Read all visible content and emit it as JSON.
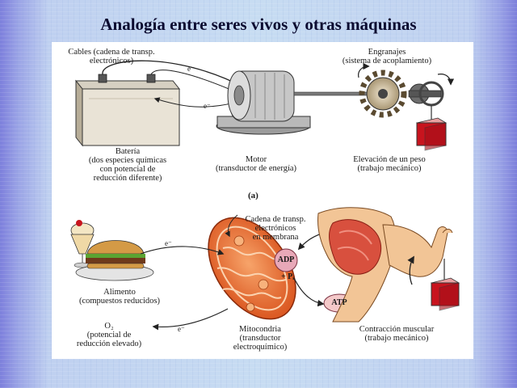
{
  "title": "Analogía entre seres vivos y otras máquinas",
  "top_panel": {
    "cables_label": [
      "Cables (cadena de transp.",
      "electrónicos)"
    ],
    "engranajes_label": [
      "Engranajes",
      "(sistema de acoplamiento)"
    ],
    "bateria_label": [
      "Batería",
      "(dos especies químicas",
      "con potencial de",
      "reducción diferente)"
    ],
    "motor_label": [
      "Motor",
      "(transductor de energía)"
    ],
    "elevacion_label": [
      "Elevación de un peso",
      "(trabajo mecánico)"
    ],
    "electron_label": "e⁻",
    "electron_label_2": "e⁻",
    "figure_label": "(a)"
  },
  "bottom_panel": {
    "cadena_label": [
      "Cadena de transp.",
      "electrónicos",
      "en membrana"
    ],
    "adp_label": "ADP",
    "pi_label": "+ Pᵢ",
    "atp_label": "ATP",
    "alimento_label": [
      "Alimento",
      "(compuestos reducidos)"
    ],
    "o2_label": [
      "O₂",
      "(potencial de",
      "reducción elevado)"
    ],
    "mitocondria_label": [
      "Mitocondria",
      "(transductor",
      "electroquímico)"
    ],
    "contraccion_label": [
      "Contracción muscular",
      "(trabajo mecánico)"
    ],
    "electron_label": "e⁻",
    "electron_label_2": "e⁻"
  },
  "colors": {
    "accent_red": "#c8141e",
    "mitochondria_orange": "#e8641e",
    "muscle_skin": "#f2c596",
    "adp_badge": "#e8a8b8",
    "atp_badge": "#f4c9c9"
  }
}
